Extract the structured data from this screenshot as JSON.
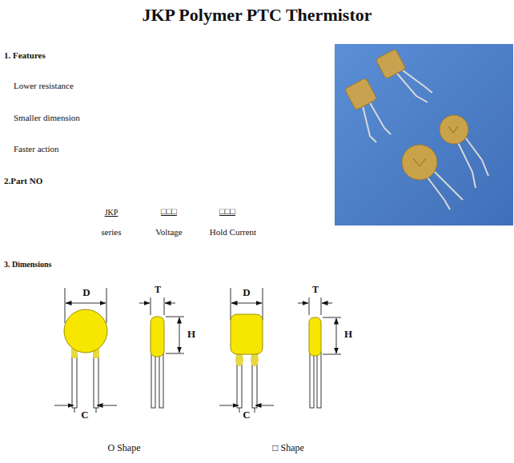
{
  "diagram": {
    "title": "JKP Polymer PTC Thermistor",
    "labels": [
      "1. Features",
      "Lower resistance",
      "Smaller dimension",
      "Faster action",
      "2.Part NO",
      "JKP",
      "□□□",
      "□□□",
      "series",
      "Voltage",
      "Hold Current",
      "3. Dimensions",
      "D",
      "T",
      "H",
      "C",
      "D",
      "T",
      "H",
      "C",
      "O Shape",
      "□ Shape"
    ]
  }
}
